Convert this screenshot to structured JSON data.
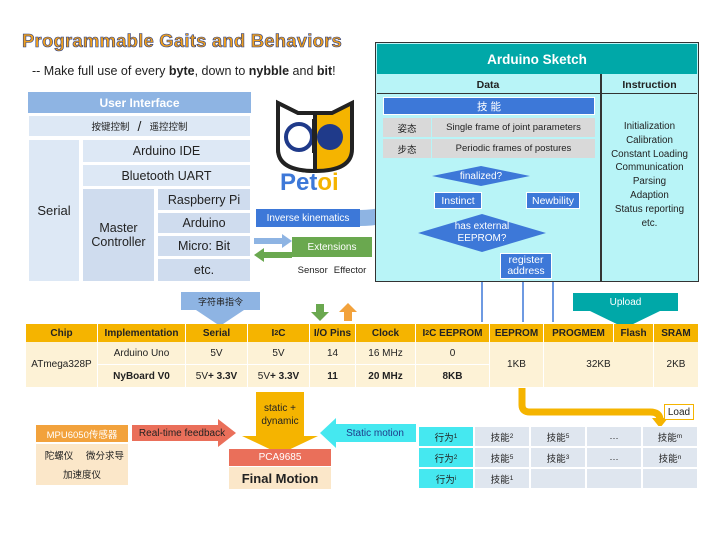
{
  "header": {
    "title": "Programmable Gaits and Behaviors",
    "subtitle_prefix": "-- Make full use of every ",
    "byte": "byte",
    "mid1": ", down to ",
    "nybble": "nybble",
    "mid2": " and ",
    "bit": "bit",
    "suffix": "!"
  },
  "ui": {
    "header": "User Interface",
    "control_a": "按键控制",
    "slash": "/",
    "control_b": "遥控控制",
    "serial": "Serial",
    "arduino_ide": "Arduino IDE",
    "bluetooth": "Bluetooth UART",
    "master": "Master Controller",
    "controllers": [
      "Raspberry Pi",
      "Arduino",
      "Micro: Bit",
      "etc."
    ]
  },
  "logo": {
    "text_a": "Pet",
    "text_b": "oi"
  },
  "sketch": {
    "title": "Arduino Sketch",
    "data_header": "Data",
    "instruction_header": "Instruction",
    "skill_label": "技 能",
    "posture_label": "姿态",
    "posture_desc": "Single frame of joint parameters",
    "gait_label": "步态",
    "gait_desc": "Periodic frames of postures",
    "finalized": "finalized?",
    "instinct": "Instinct",
    "newbility": "Newbility",
    "has_eeprom": "has external EEPROM?",
    "register": "register address",
    "instructions": [
      "Initialization",
      "Calibration",
      "Constant Loading",
      "Communication",
      "Parsing",
      "Adaption",
      "Status reporting",
      "etc."
    ]
  },
  "ik": "Inverse kinematics",
  "extensions": {
    "title": "Extensions",
    "sensor": "Sensor",
    "effector": "Effector"
  },
  "serial_cmd": "字符串指令",
  "upload": "Upload",
  "load": "Load",
  "table": {
    "headers": [
      "Chip",
      "Implementation",
      "Serial",
      "I",
      "I/O Pins",
      "Clock",
      "I",
      "EEPROM",
      "PROGMEM",
      "Flash",
      "SRAM"
    ],
    "i2c_sup": "2",
    "i2c_suffix": "C",
    "i2c_eeprom_suffix": "C EEPROM",
    "chip": "ATmega328P",
    "row1": [
      "Arduino Uno",
      "5V",
      "5V",
      "14",
      "16 MHz",
      "0"
    ],
    "row2": [
      "NyBoard V0",
      "5V",
      " + 3.3V",
      "5V",
      " + 3.3V",
      "11",
      "20 MHz",
      "8KB"
    ],
    "eeprom": "1KB",
    "progmem": "32KB",
    "sram": "2KB"
  },
  "bottom": {
    "static_dynamic": "static + dynamic",
    "mpu": "MPU6050传感器",
    "gyro": "陀螺仪",
    "deriv": "微分求导",
    "accel": "加速度仪",
    "feedback": "Real-time feedback",
    "pca": "PCA9685",
    "final": "Final Motion",
    "static_motion": "Static motion"
  },
  "behavior": {
    "rows": [
      {
        "label": "行为",
        "sub": "1",
        "cells": [
          [
            "技能",
            "2"
          ],
          [
            "技能",
            "5"
          ],
          [
            "…",
            ""
          ],
          [
            "技能",
            "m"
          ]
        ]
      },
      {
        "label": "行为",
        "sub": "2",
        "cells": [
          [
            "技能",
            "5"
          ],
          [
            "技能",
            "3"
          ],
          [
            "…",
            ""
          ],
          [
            "技能",
            "n"
          ]
        ]
      },
      {
        "label": "行为",
        "sub": "i",
        "cells": [
          [
            "技能",
            "1"
          ],
          [
            "",
            ""
          ],
          [
            "",
            ""
          ],
          [
            "",
            ""
          ]
        ]
      }
    ]
  },
  "colors": {
    "title_fill": "#f0a020",
    "title_stroke": "#1f3a8a",
    "ui_header": "#8eb4e3",
    "sketch_bg": "#b8f4f7",
    "skill_blue": "#3d78d8",
    "green": "#6aa84f",
    "teal": "#00a8a8",
    "table_orange": "#f5b400",
    "orange_accent": "#f2a23c",
    "pca_red": "#ea6f5a"
  }
}
